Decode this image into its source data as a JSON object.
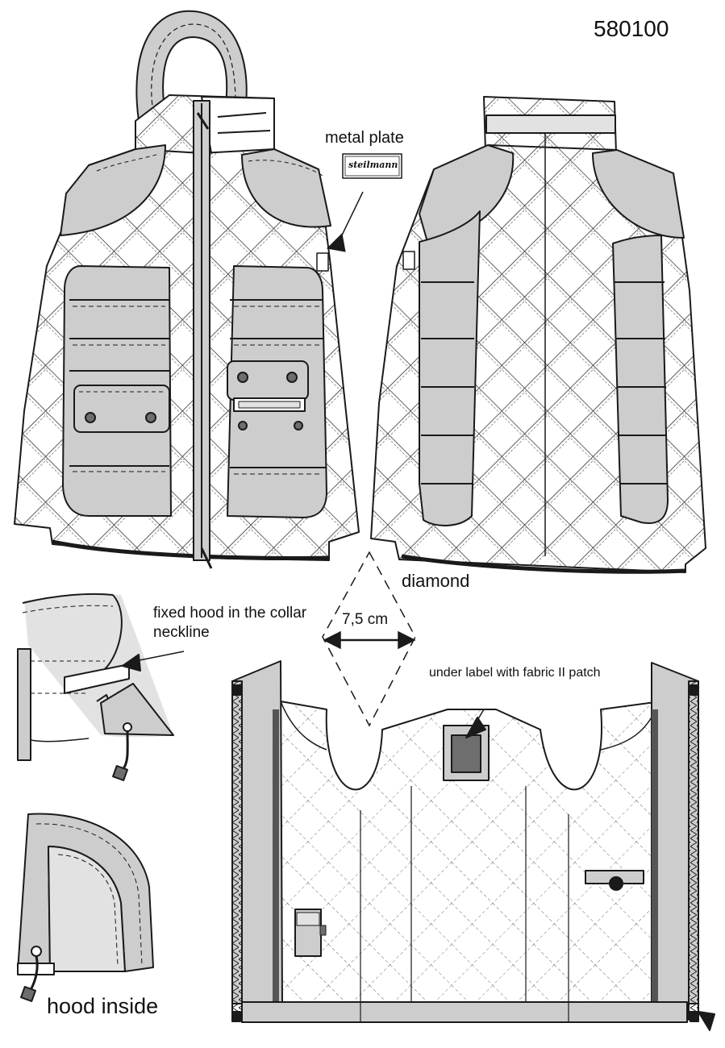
{
  "model_number": "580100",
  "labels": {
    "metal_plate": "metal plate",
    "plate_brand": "steilmann",
    "diamond": "diamond",
    "diamond_width": "7,5 cm",
    "fixed_hood": "fixed hood in the collar neckline",
    "under_label": "under label with fabric II patch",
    "hood_inside": "hood inside"
  },
  "colors": {
    "outline": "#1a1a1a",
    "panel_gray": "#cdcdcd",
    "light_gray": "#e2e2e2",
    "dark_gray": "#6e6e6e"
  }
}
